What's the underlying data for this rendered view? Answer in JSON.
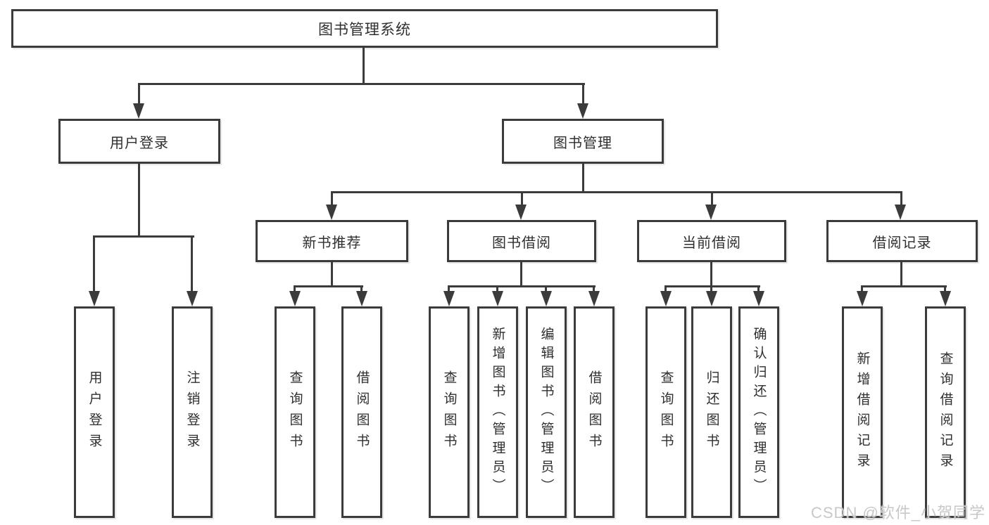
{
  "tree": {
    "label": "图书管理系统",
    "children": [
      {
        "label": "用户登录",
        "children": [
          {
            "label": "用户登录"
          },
          {
            "label": "注销登录"
          }
        ]
      },
      {
        "label": "图书管理",
        "children": [
          {
            "label": "新书推荐",
            "children": [
              {
                "label": "查询图书"
              },
              {
                "label": "借阅图书"
              }
            ]
          },
          {
            "label": "图书借阅",
            "children": [
              {
                "label": "查询图书"
              },
              {
                "label": "新增图书（管理员）"
              },
              {
                "label": "编辑图书（管理员）"
              },
              {
                "label": "借阅图书"
              }
            ]
          },
          {
            "label": "当前借阅",
            "children": [
              {
                "label": "查询图书"
              },
              {
                "label": "归还图书"
              },
              {
                "label": "确认归还（管理员）"
              }
            ]
          },
          {
            "label": "借阅记录",
            "children": [
              {
                "label": "新增借阅记录"
              },
              {
                "label": "查询借阅记录"
              }
            ]
          }
        ]
      }
    ]
  },
  "watermark": {
    "text": "CSDN @软件_小贺同学"
  },
  "colors": {
    "line": "#3b3b3b",
    "text": "#2f2f2f",
    "watermark": "#c8c8c8",
    "background": "#ffffff"
  }
}
